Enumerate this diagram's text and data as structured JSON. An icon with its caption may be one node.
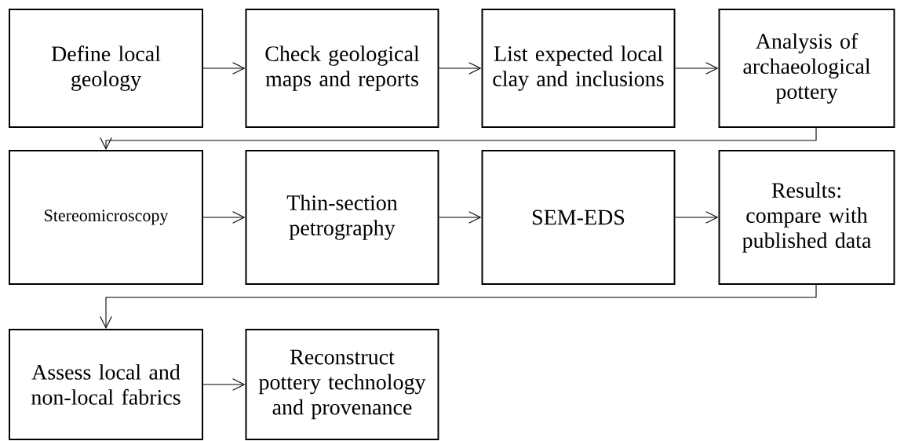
{
  "diagram": {
    "nodes": [
      {
        "text": [
          "Define local geology"
        ]
      },
      {
        "text": [
          "Check geological maps and reports"
        ]
      },
      {
        "text": [
          "List expected local clay and inclusions"
        ]
      },
      {
        "text": [
          "Analysis of archaeological pottery"
        ]
      },
      {
        "text": [
          "Stereomicroscopy"
        ]
      },
      {
        "text": [
          "Thin-section petrography"
        ]
      },
      {
        "text": [
          "SEM-EDS"
        ]
      },
      {
        "text": [
          "Results: compare with published data"
        ]
      },
      {
        "text": [
          "Assess local and non-local fabrics"
        ]
      },
      {
        "text": [
          "Reconstruct pottery technology and provenance"
        ]
      }
    ],
    "edges": [
      {
        "from": 0,
        "to": 1,
        "arrow": "to"
      },
      {
        "from": 1,
        "to": 2,
        "arrow": "to"
      },
      {
        "from": 2,
        "to": 3,
        "arrow": "to"
      },
      {
        "from": 3,
        "to": 4,
        "arrow": "to"
      },
      {
        "from": 4,
        "to": 5,
        "arrow": "to"
      },
      {
        "from": 5,
        "to": 6,
        "arrow": "to"
      },
      {
        "from": 6,
        "to": 7,
        "arrow": "to"
      },
      {
        "from": 7,
        "to": 8,
        "arrow": "to"
      },
      {
        "from": 8,
        "to": 9,
        "arrow": "to"
      }
    ]
  }
}
